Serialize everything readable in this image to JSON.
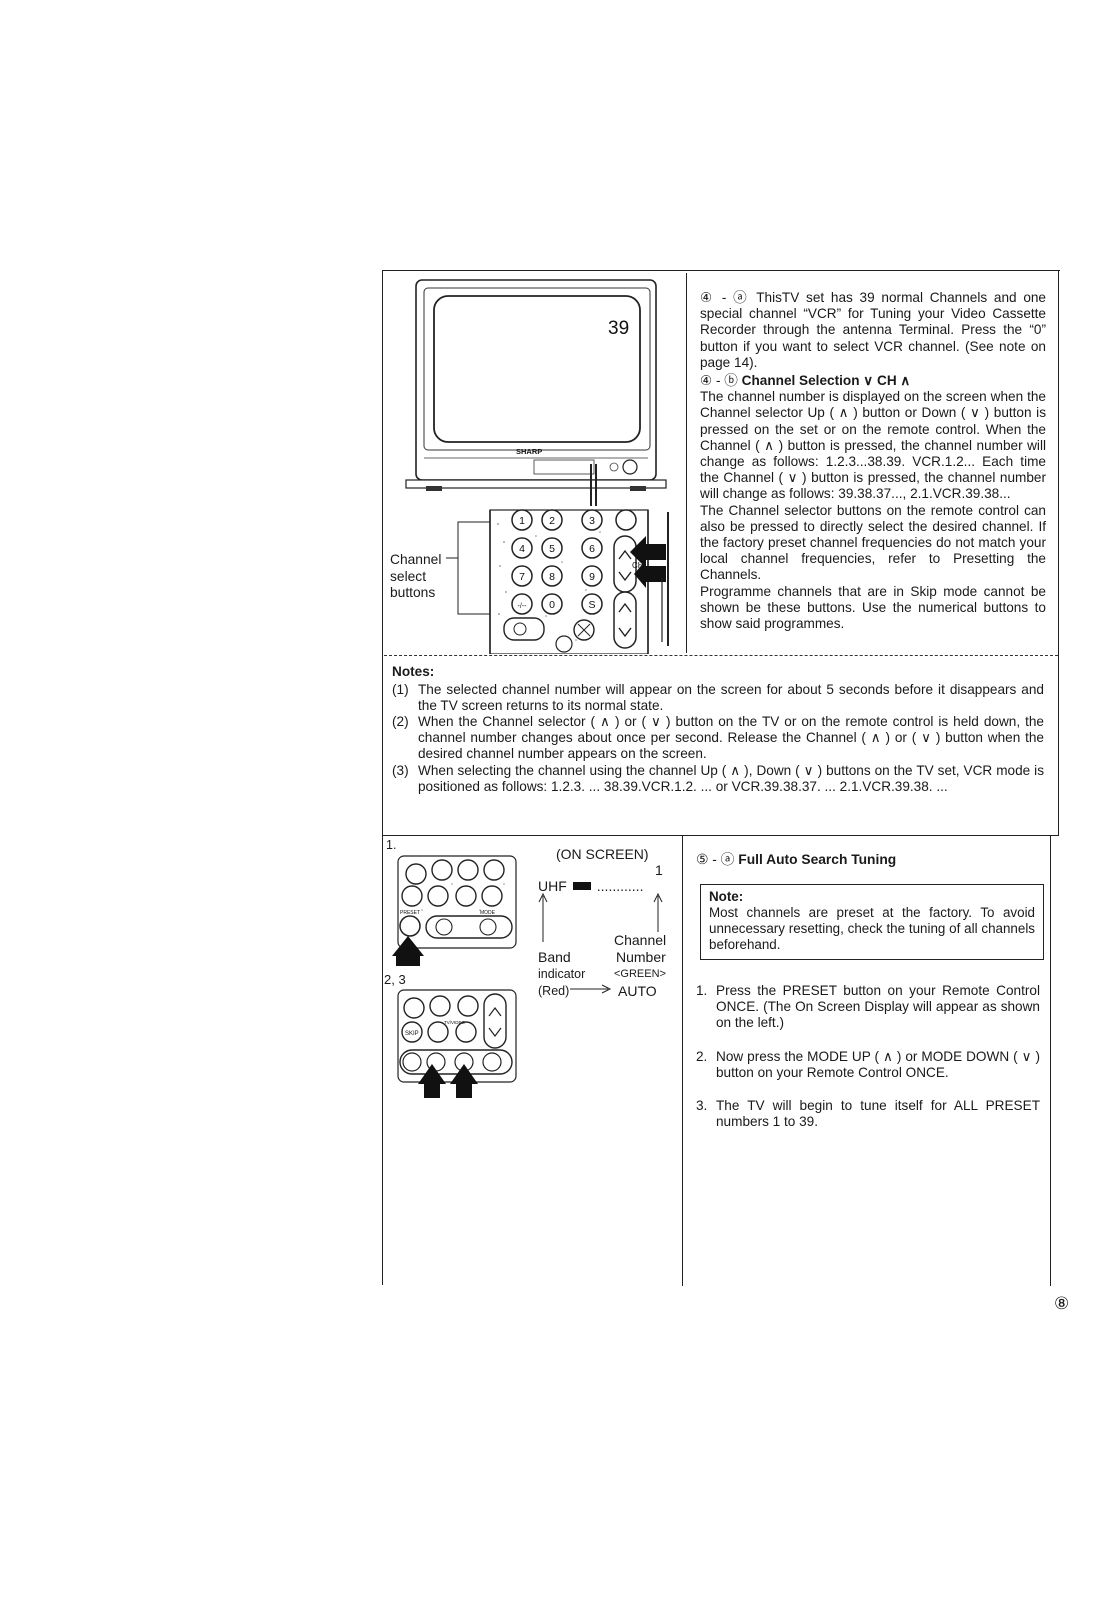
{
  "figure_tv": {
    "screen_number": "39",
    "brand": "SHARP",
    "callout_lines": [
      "Channel",
      "select",
      "buttons"
    ],
    "keypad_keys": [
      "1",
      "2",
      "3",
      "4",
      "5",
      "6",
      "7",
      "8",
      "9",
      "-/--",
      "0",
      "S"
    ],
    "ch_label": "CH"
  },
  "section4": {
    "para_a_marker": "④ - ⓐ",
    "para_a_text": "ThisTV set has 39 normal Channels and one special channel “VCR” for Tuning your Video Cassette Recorder through the antenna Terminal. Press the “0” button if you want to select VCR channel. (See note on page 14).",
    "para_b_marker": "④ - ⓑ",
    "para_b_heading": "Channel Selection ∨ CH ∧",
    "para_b_text1": "The channel number is displayed on the screen when the Channel selector Up ( ∧ ) button or Down ( ∨ ) button is pressed on the set or on the remote control. When the Channel ( ∧ ) button is pressed, the channel number will change as follows: 1.2.3...38.39. VCR.1.2... Each time the Channel ( ∨ ) button is pressed, the channel number will change as follows: 39.38.37..., 2.1.VCR.39.38...",
    "para_b_text2": "The Channel selector buttons on the remote control can also be pressed to directly select the desired channel. If the factory preset channel frequencies do not match your local channel frequencies, refer to Presetting the Channels.",
    "para_b_text3": "Programme channels that are in Skip mode cannot be shown be these buttons. Use the numerical buttons to show said programmes."
  },
  "notes": {
    "heading": "Notes:",
    "items": [
      {
        "num": "(1)",
        "text": "The selected channel number will appear on the screen for about 5 seconds before it disappears and the TV screen returns to its normal state."
      },
      {
        "num": "(2)",
        "text": "When the Channel selector ( ∧ ) or ( ∨ ) button on the TV or on the remote control is held down, the channel number changes about once per second. Release the Channel ( ∧ ) or ( ∨ ) button when the desired channel number appears on the screen."
      },
      {
        "num": "(3)",
        "text": "When selecting the channel using the channel Up ( ∧ ), Down ( ∨ ) buttons on the TV set, VCR mode is positioned as follows: 1.2.3. ... 38.39.VCR.1.2. ... or VCR.39.38.37. ... 2.1.VCR.39.38. ..."
      }
    ]
  },
  "figure_remote": {
    "step1_label": "1.",
    "step23_label": "2, 3",
    "on_screen": "(ON SCREEN)",
    "osd_number": "1",
    "osd_band": "UHF",
    "osd_dots": "............",
    "channel_label": "Channel",
    "number_label": "Number",
    "band_label": "Band",
    "indicator_label": "indicator",
    "green_label": "<GREEN>",
    "red_label": "(Red)",
    "auto_label": "AUTO",
    "remote_labels": [
      "PRESET",
      "MODE",
      "SKIP",
      "TV/VIDEO"
    ]
  },
  "section5": {
    "marker": "⑤ - ⓐ",
    "heading": "Full Auto Search Tuning",
    "note_heading": "Note:",
    "note_text": "Most channels are preset at the factory. To avoid unnecessary resetting, check the tuning of all channels beforehand.",
    "steps": [
      {
        "num": "1.",
        "text": "Press the PRESET button on your Remote Control ONCE. (The On Screen Display will appear as shown on the left.)"
      },
      {
        "num": "2.",
        "text": "Now press the MODE UP ( ∧ ) or MODE DOWN ( ∨ ) button on your Remote Control ONCE."
      },
      {
        "num": "3.",
        "text": "The TV will begin to tune itself for ALL PRESET numbers 1 to 39."
      }
    ]
  },
  "page_number": "⑧"
}
